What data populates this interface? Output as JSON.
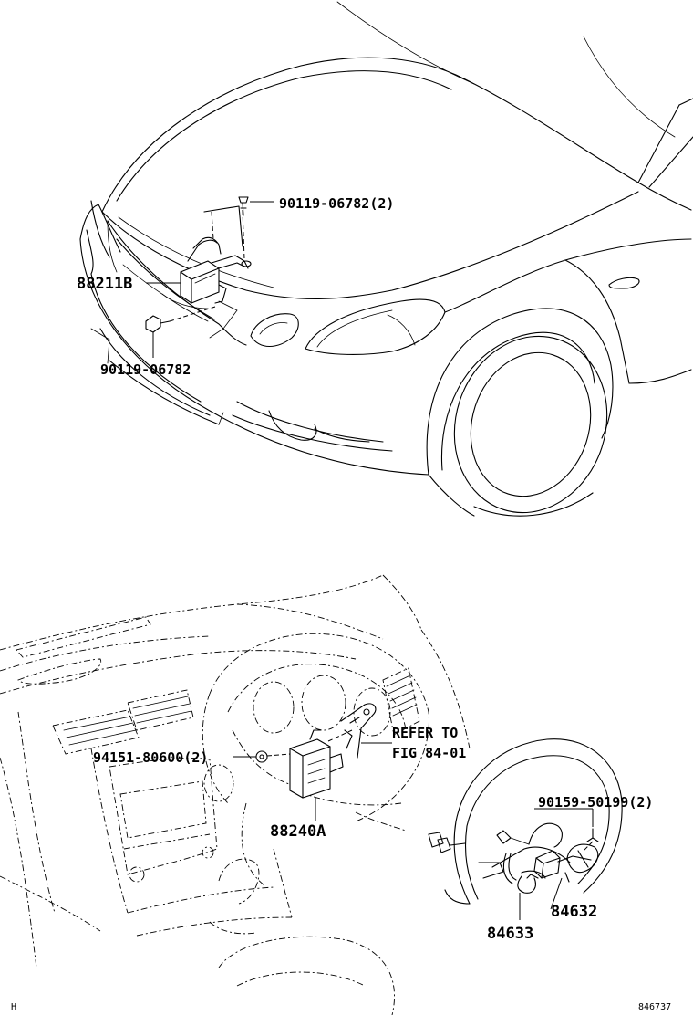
{
  "labels": {
    "front_sensor_bolt": "90119-06782(2)",
    "front_sensor": "88211B",
    "front_sensor_lower_bolt": "90119-06782",
    "control_unit_nut": "94151-80600(2)",
    "control_unit": "88240A",
    "refer_line1": "REFER TO",
    "refer_line2": "FIG 84-01",
    "switch_screw": "90159-50199(2)",
    "switch": "84632",
    "switch_harness": "84633"
  },
  "corner_mark": "H",
  "figure_number": "846737"
}
